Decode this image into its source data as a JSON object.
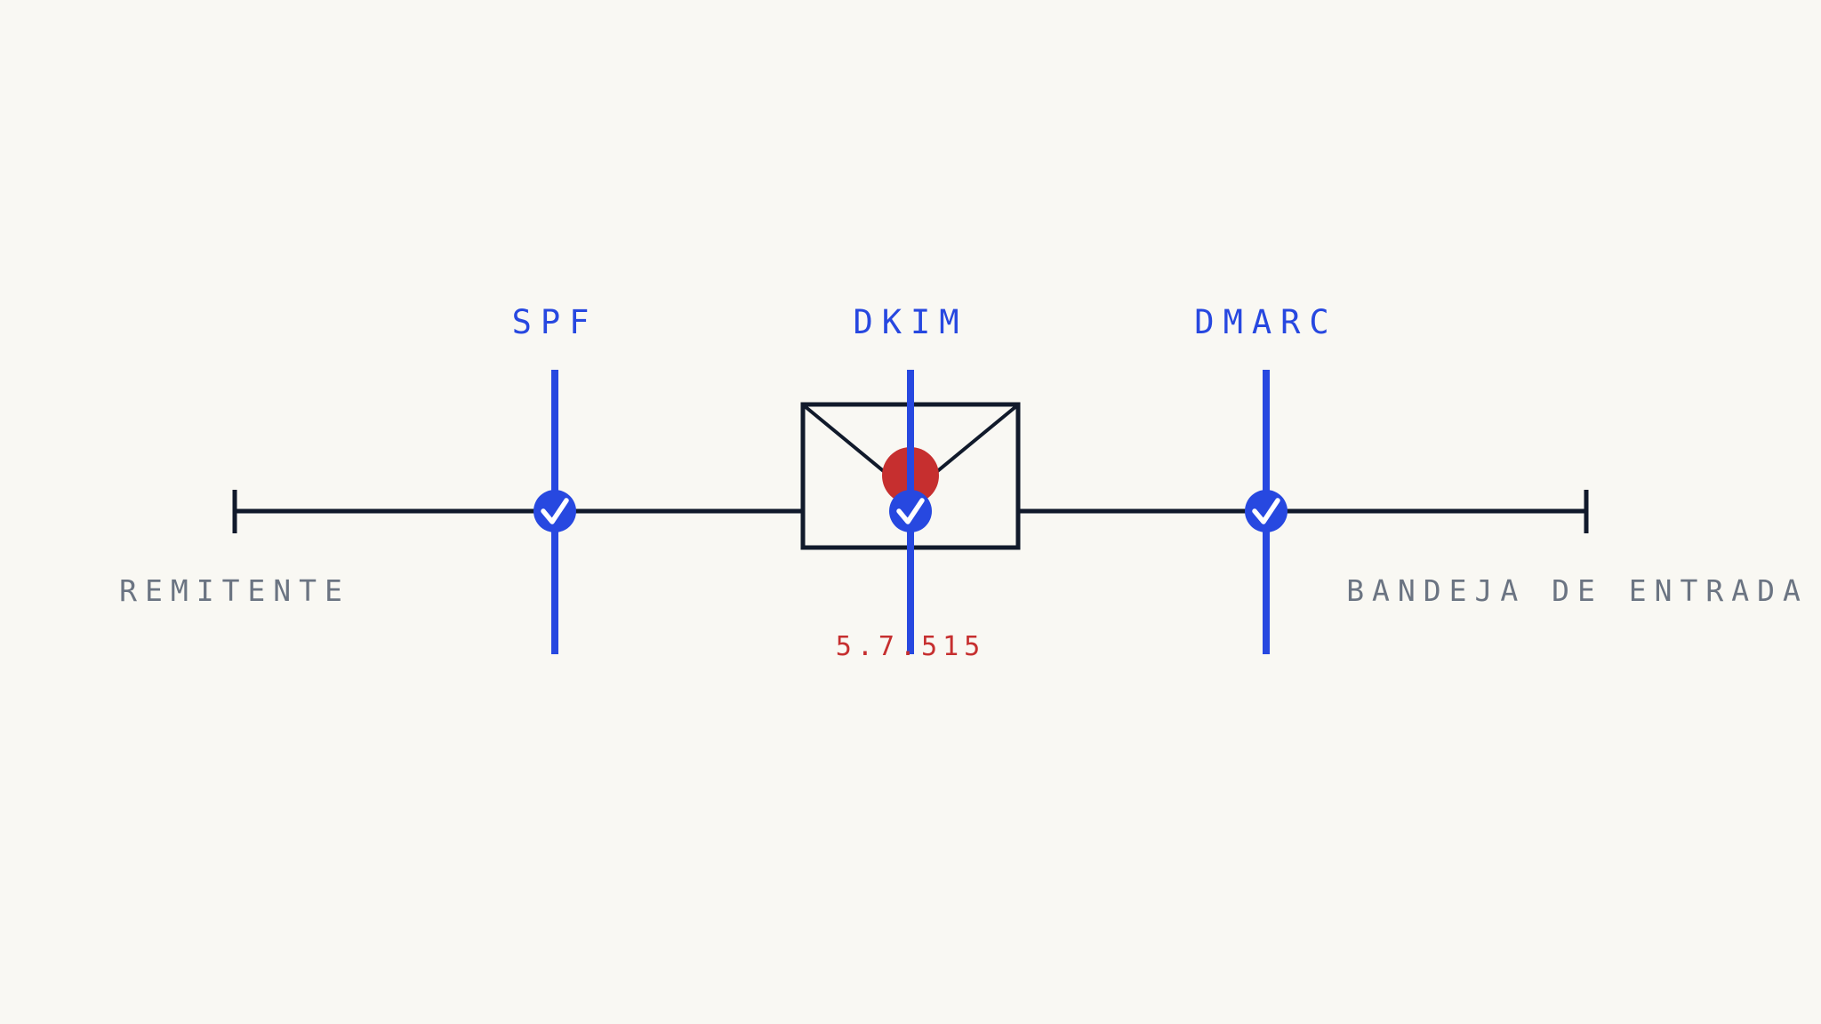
{
  "colors": {
    "background": "#f9f8f3",
    "line": "#111a2b",
    "gate": "#2748e0",
    "muted": "#6b7482",
    "alert": "#c62f2f",
    "check": "#ffffff"
  },
  "endpoints": {
    "start": {
      "label": "REMITENTE"
    },
    "end": {
      "label": "BANDEJA DE ENTRADA"
    }
  },
  "gates": [
    {
      "label": "SPF",
      "status": "pass"
    },
    {
      "label": "DKIM",
      "status": "pass"
    },
    {
      "label": "DMARC",
      "status": "pass"
    }
  ],
  "envelope": {
    "seal_icon": "seal-icon",
    "error_code": "5.7.515"
  }
}
